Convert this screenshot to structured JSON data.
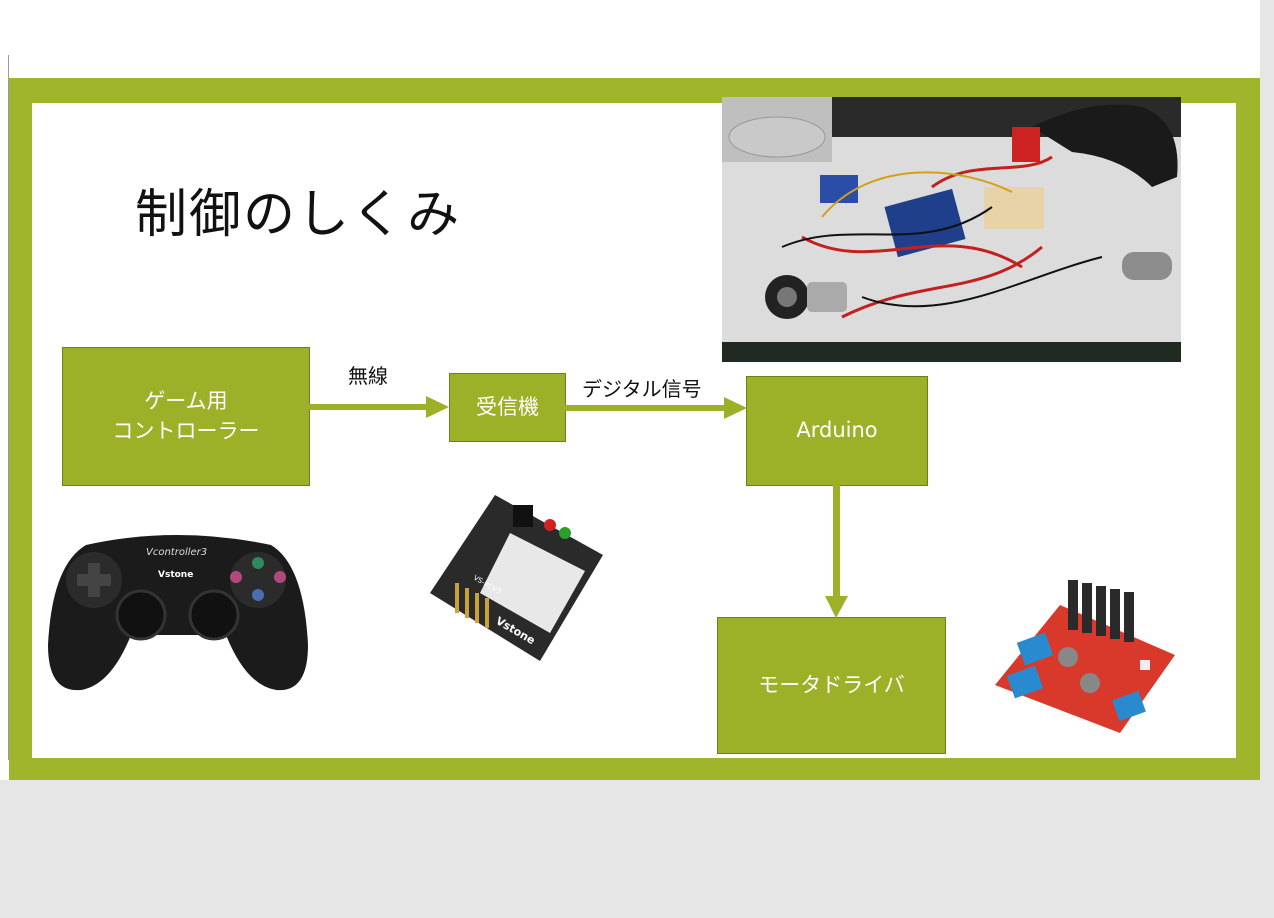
{
  "title": "制御のしくみ",
  "boxes": {
    "controller": "ゲーム用\nコントローラー",
    "receiver": "受信機",
    "arduino": "Arduino",
    "motor_driver": "モータドライバ"
  },
  "labels": {
    "wireless": "無線",
    "digital_signal": "デジタル信号"
  },
  "colors": {
    "frame": "#a1b52c",
    "box": "#9cb128",
    "arrow": "#9cb128"
  },
  "images": {
    "controller_logo": "Vcontroller3",
    "controller_brand": "Vstone",
    "receiver_model": "VS-RCV3",
    "receiver_brand": "Vstone"
  }
}
